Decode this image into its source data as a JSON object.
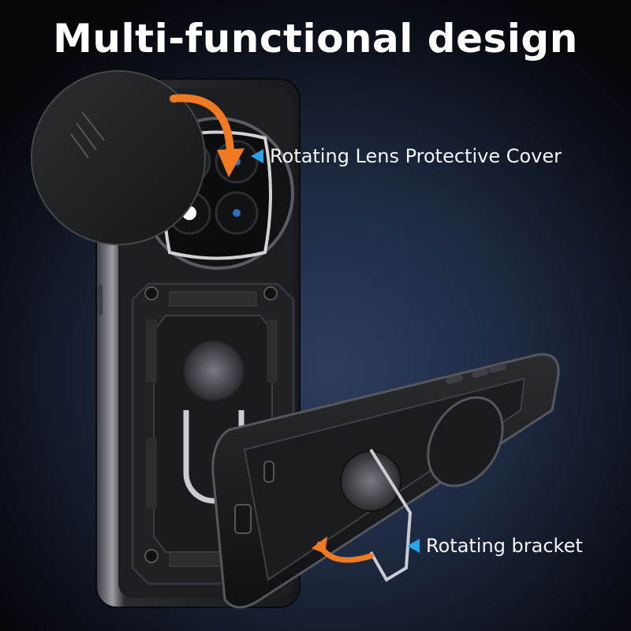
{
  "title": "Multi-functional design",
  "callouts": [
    {
      "id": "lens",
      "label": "Rotating Lens Protective Cover",
      "pointer_color": "#29a3e6"
    },
    {
      "id": "bracket",
      "label": "Rotating bracket",
      "pointer_color": "#29a3e6"
    }
  ],
  "colors": {
    "background_center": "#2e3d5e",
    "background_edge": "#05070b",
    "case_body": "#1a1b1e",
    "arrow_accent": "#f07a22",
    "pointer": "#29a3e6",
    "text": "#ffffff"
  }
}
